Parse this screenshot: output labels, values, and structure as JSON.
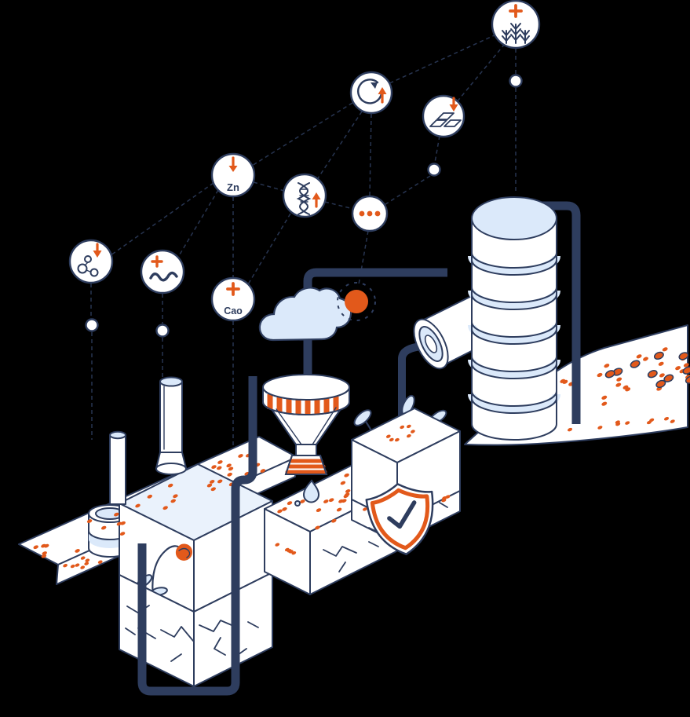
{
  "illustration": {
    "background_color": "#000000",
    "palette": {
      "outline_navy": "#2e3d5e",
      "accent_orange": "#e2591b",
      "light_blue": "#dbe9fa",
      "white": "#ffffff"
    },
    "network_nodes": [
      {
        "id": "wheat-growth",
        "icon": "wheat-plus-icon",
        "label": ""
      },
      {
        "id": "nutrient-cycle",
        "icon": "cycle-up-arrow-icon",
        "label": ""
      },
      {
        "id": "mineral-deposit",
        "icon": "gold-bars-down-arrow-icon",
        "label": ""
      },
      {
        "id": "zinc",
        "icon": "arrow-down-icon",
        "label": "Zn"
      },
      {
        "id": "dna",
        "icon": "dna-up-arrow-icon",
        "label": ""
      },
      {
        "id": "more",
        "icon": "ellipsis-icon",
        "label": ""
      },
      {
        "id": "molecule",
        "icon": "molecule-down-arrow-icon",
        "label": ""
      },
      {
        "id": "worm",
        "icon": "worm-plus-icon",
        "label": ""
      },
      {
        "id": "calcium-oxide",
        "icon": "plus-icon",
        "label": "Cao"
      }
    ],
    "scene_elements": [
      "factory",
      "chimneys",
      "soil-blocks",
      "funnel",
      "water-drop",
      "cloud",
      "sun",
      "plants",
      "shield-check",
      "storage-tank",
      "pipes",
      "soil-mounds",
      "wilted-flower"
    ]
  }
}
